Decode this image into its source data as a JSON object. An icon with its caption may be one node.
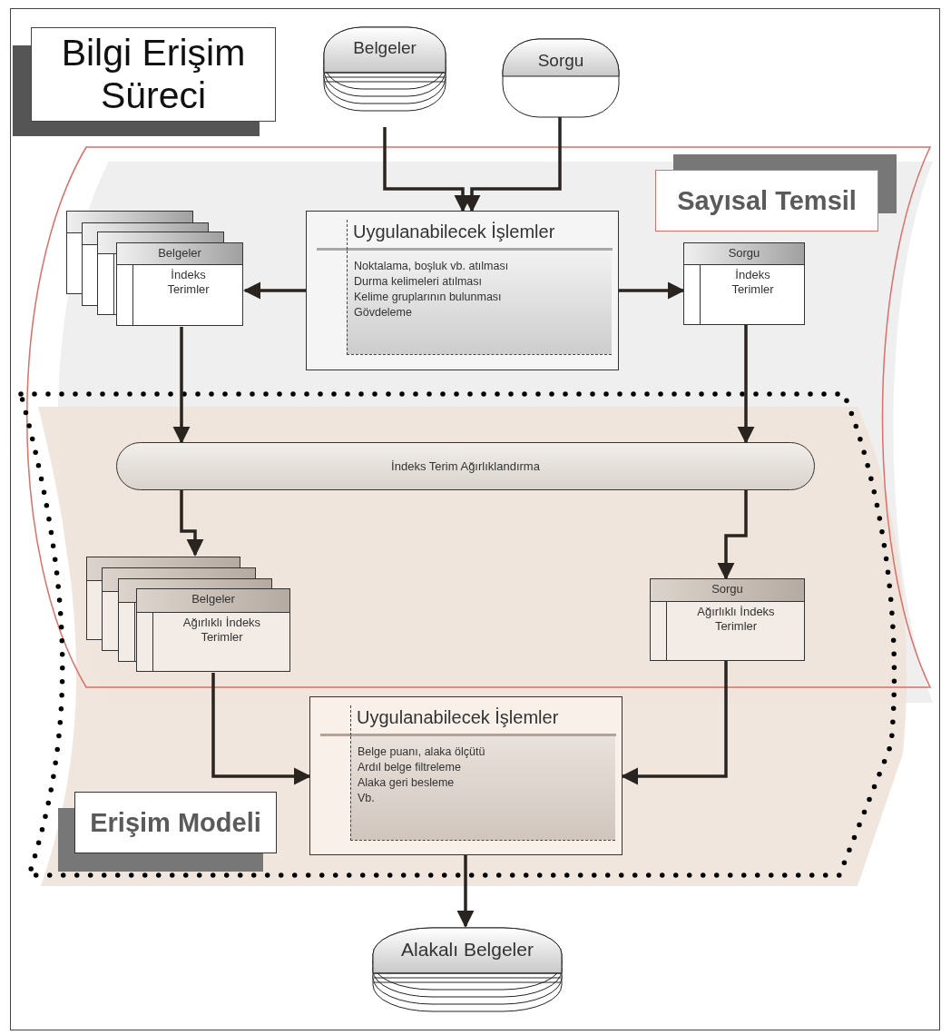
{
  "diagram": {
    "title": "Bilgi Erişim Süreci",
    "nodes": [
      {
        "text": [
          "Sayısal Temsil"
        ]
      },
      {
        "text": [
          "Erişim Modeli"
        ]
      },
      {
        "text": [
          "Belgeler"
        ]
      },
      {
        "text": [
          "Sorgu"
        ]
      },
      {
        "text": [
          "Uygulanabilecek İşlemler",
          "Noktalama, boşluk vb. atılması",
          "Durma kelimeleri atılması",
          "Kelime gruplarının bulunması",
          "Gövdeleme"
        ],
        "in": 0
      },
      {
        "text": [
          "Belgeler",
          "İndeks Terimler"
        ],
        "in": 0
      },
      {
        "text": [
          "Sorgu",
          "İndeks Terimler"
        ],
        "in": 0
      },
      {
        "text": [
          "İndeks Terim Ağırlıklandırma"
        ]
      },
      {
        "text": [
          "Belgeler",
          "Ağırlıklı İndeks Terimler"
        ]
      },
      {
        "text": [
          "Sorgu",
          "Ağırlıklı İndeks Terimler"
        ]
      },
      {
        "text": [
          "Uygulanabilecek İşlemler",
          "Belge puanı, alaka ölçütü",
          "Ardıl belge filtreleme",
          "Alaka geri besleme",
          "Vb."
        ],
        "in": 1
      },
      {
        "text": [
          "Alakalı Belgeler"
        ]
      }
    ],
    "edges": [
      {
        "from": 2,
        "to": 4,
        "arrow": "to"
      },
      {
        "from": 3,
        "to": 4,
        "arrow": "to"
      },
      {
        "from": 4,
        "to": 5,
        "arrow": "to"
      },
      {
        "from": 4,
        "to": 6,
        "arrow": "to"
      },
      {
        "from": 5,
        "to": 7,
        "arrow": "to"
      },
      {
        "from": 6,
        "to": 7,
        "arrow": "to"
      },
      {
        "from": 7,
        "to": 8,
        "arrow": "to"
      },
      {
        "from": 7,
        "to": 9,
        "arrow": "to"
      },
      {
        "from": 8,
        "to": 10,
        "arrow": "to"
      },
      {
        "from": 9,
        "to": 10,
        "arrow": "to"
      },
      {
        "from": 10,
        "to": 11,
        "arrow": "to"
      }
    ]
  }
}
